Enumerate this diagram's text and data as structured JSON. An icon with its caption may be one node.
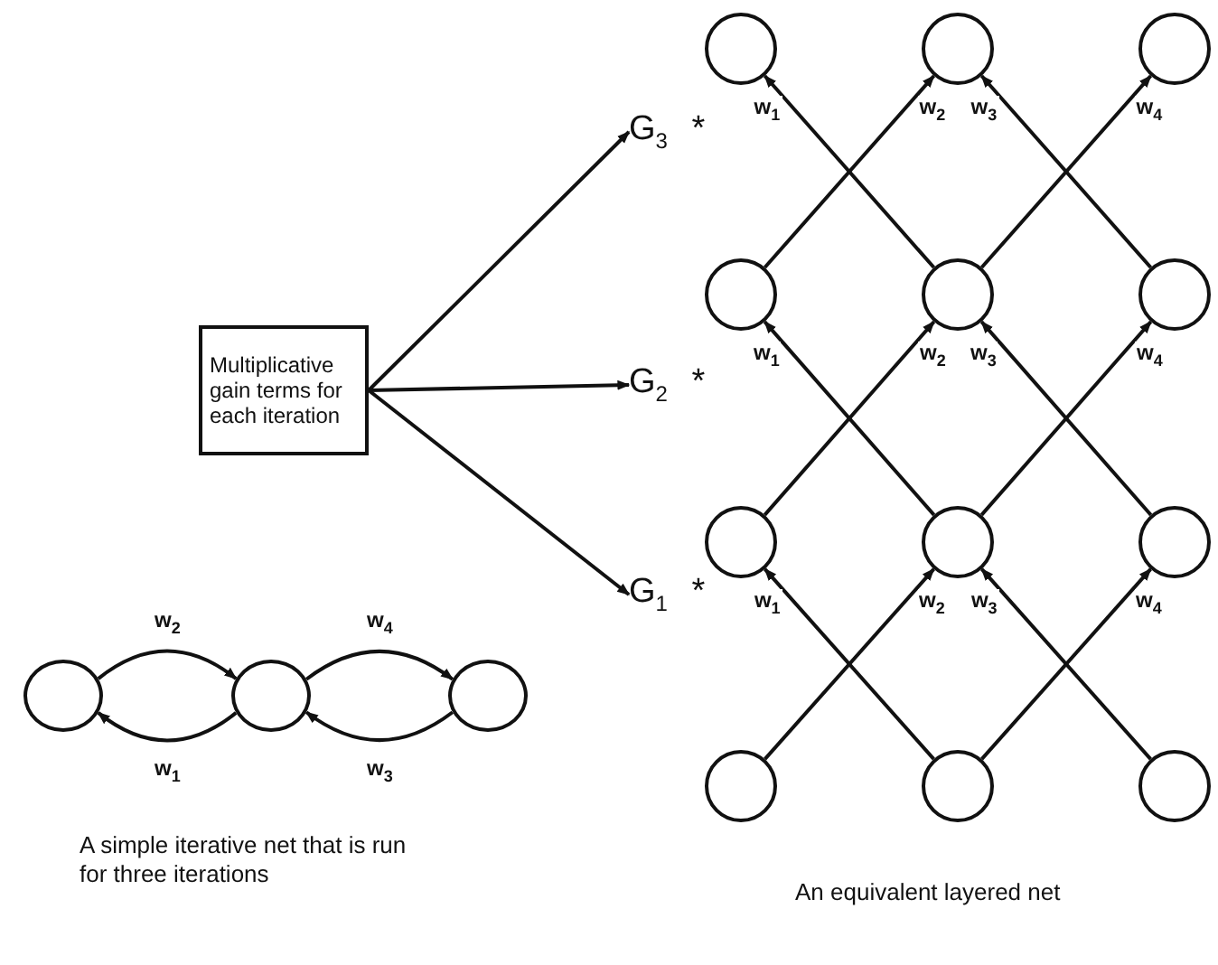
{
  "diagram": {
    "nodes": [
      {
        "text": [
          "Multiplicative gain terms for each iteration"
        ]
      },
      {
        "text": [
          "G$_{3}$ *"
        ]
      },
      {
        "text": [
          "G$_{2}$ *"
        ]
      },
      {
        "text": [
          "G$_{1}$ *"
        ]
      },
      {
        "text": [],
        "shape": "circle"
      },
      {
        "text": [],
        "shape": "circle"
      },
      {
        "text": [],
        "shape": "circle"
      },
      {
        "text": [],
        "shape": "circle"
      },
      {
        "text": [],
        "shape": "circle"
      },
      {
        "text": [],
        "shape": "circle"
      },
      {
        "text": [],
        "shape": "circle"
      },
      {
        "text": [],
        "shape": "circle"
      },
      {
        "text": [],
        "shape": "circle"
      },
      {
        "text": [],
        "shape": "circle"
      },
      {
        "text": [],
        "shape": "circle"
      },
      {
        "text": [],
        "shape": "circle"
      },
      {
        "text": [],
        "shape": "circle"
      },
      {
        "text": [],
        "shape": "circle"
      },
      {
        "text": [],
        "shape": "circle"
      }
    ],
    "edges": [
      {
        "from": 0,
        "to": 1,
        "arrow": "to"
      },
      {
        "from": 0,
        "to": 2,
        "arrow": "to"
      },
      {
        "from": 0,
        "to": 3,
        "arrow": "to"
      },
      {
        "from": 8,
        "to": 4,
        "arrow": "to",
        "label": "w$_{1}$"
      },
      {
        "from": 7,
        "to": 5,
        "arrow": "to",
        "label": "w$_{2}$"
      },
      {
        "from": 9,
        "to": 5,
        "arrow": "to",
        "label": "w$_{3}$"
      },
      {
        "from": 8,
        "to": 6,
        "arrow": "to",
        "label": "w$_{4}$"
      },
      {
        "from": 11,
        "to": 7,
        "arrow": "to",
        "label": "w$_{1}$"
      },
      {
        "from": 10,
        "to": 8,
        "arrow": "to",
        "label": "w$_{2}$"
      },
      {
        "from": 12,
        "to": 8,
        "arrow": "to",
        "label": "w$_{3}$"
      },
      {
        "from": 11,
        "to": 9,
        "arrow": "to",
        "label": "w$_{4}$"
      },
      {
        "from": 14,
        "to": 10,
        "arrow": "to",
        "label": "w$_{1}$"
      },
      {
        "from": 13,
        "to": 11,
        "arrow": "to",
        "label": "w$_{2}$"
      },
      {
        "from": 15,
        "to": 11,
        "arrow": "to",
        "label": "w$_{3}$"
      },
      {
        "from": 14,
        "to": 12,
        "arrow": "to",
        "label": "w$_{4}$"
      },
      {
        "from": 16,
        "to": 17,
        "arrow": "to",
        "label": "w$_{2}$"
      },
      {
        "from": 17,
        "to": 16,
        "arrow": "to",
        "label": "w$_{1}$"
      },
      {
        "from": 17,
        "to": 18,
        "arrow": "to",
        "label": "w$_{4}$"
      },
      {
        "from": 18,
        "to": 17,
        "arrow": "to",
        "label": "w$_{3}$"
      }
    ],
    "labels": [
      "A simple iterative net that is run for three iterations",
      "An equivalent layered net"
    ]
  }
}
